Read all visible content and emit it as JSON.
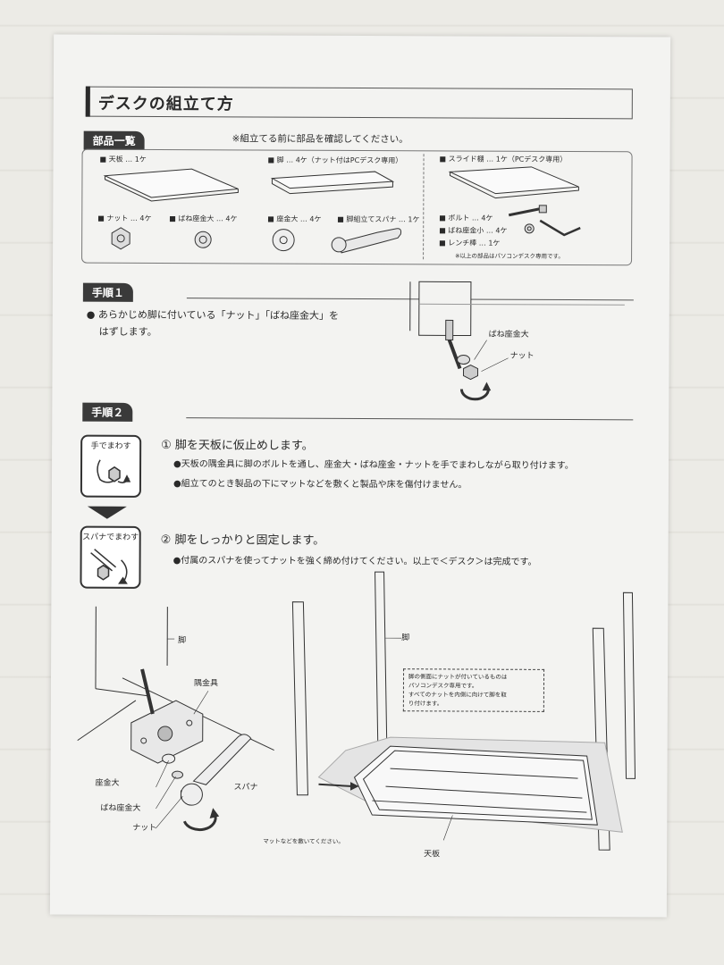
{
  "title": "デスクの組立て方",
  "parts_section": {
    "tab": "部品一覧",
    "note": "※組立てる前に部品を確認してください。",
    "items": [
      {
        "label": "■ 天板 … 1ケ"
      },
      {
        "label": "■ 脚 … 4ケ（ナット付はPCデスク専用）"
      },
      {
        "label": "■ スライド棚 … 1ケ（PCデスク専用）"
      },
      {
        "label": "■ ナット … 4ケ"
      },
      {
        "label": "■ ばね座金大 … 4ケ"
      },
      {
        "label": "■ 座金大 … 4ケ"
      },
      {
        "label": "■ 脚組立てスパナ … 1ケ"
      },
      {
        "label": "■ ボルト … 4ケ"
      },
      {
        "label": "■ ばね座金小 … 4ケ"
      },
      {
        "label": "■ レンチ棒 … 1ケ"
      }
    ],
    "footnote": "※以上の部品はパソコンデスク専用です。"
  },
  "step1": {
    "tab": "手順１",
    "text_line1": "● あらかじめ脚に付いている「ナット」「ばね座金大」を",
    "text_line2": "はずします。",
    "callout_washer": "ばね座金大",
    "callout_nut": "ナット"
  },
  "step2": {
    "tab": "手順２",
    "sub1": {
      "icon_label": "手でまわす",
      "heading": "① 脚を天板に仮止めします。",
      "line1": "●天板の隅金具に脚のボルトを通し、座金大・ばね座金・ナットを手でまわしながら取り付けます。",
      "line2": "●組立てのとき製品の下にマットなどを敷くと製品や床を傷付けません。"
    },
    "sub2": {
      "icon_label": "スパナでまわす",
      "heading": "② 脚をしっかりと固定します。",
      "line1": "●付属のスパナを使ってナットを強く締め付けてください。以上で＜デスク＞は完成です。"
    }
  },
  "diagram_labels": {
    "leg_left": "脚",
    "corner_bracket": "隅金具",
    "washer_large": "座金大",
    "spanner": "スパナ",
    "spring_washer_large": "ばね座金大",
    "nut": "ナット",
    "leg_right": "脚",
    "note_line1": "脚の側面にナットが付いているものは",
    "note_line2": "パソコンデスク専用です。",
    "note_line3": "すべてのナットを内側に向けて脚を取",
    "note_line4": "り付けます。",
    "mat_note": "マットなどを敷いてください。",
    "top_board": "天板"
  }
}
